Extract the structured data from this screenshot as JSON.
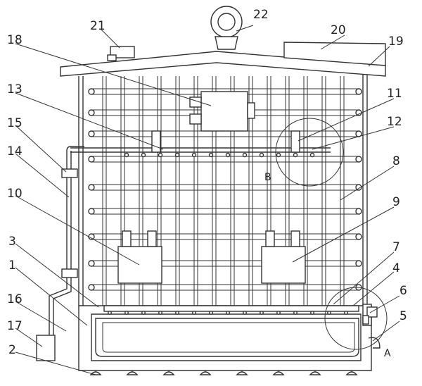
{
  "figure": {
    "part_numbers": [
      "1",
      "2",
      "3",
      "4",
      "5",
      "6",
      "7",
      "8",
      "9",
      "10",
      "11",
      "12",
      "13",
      "14",
      "15",
      "16",
      "17",
      "18",
      "19",
      "20",
      "21",
      "22"
    ],
    "detail_markers": [
      "A",
      "B"
    ]
  }
}
